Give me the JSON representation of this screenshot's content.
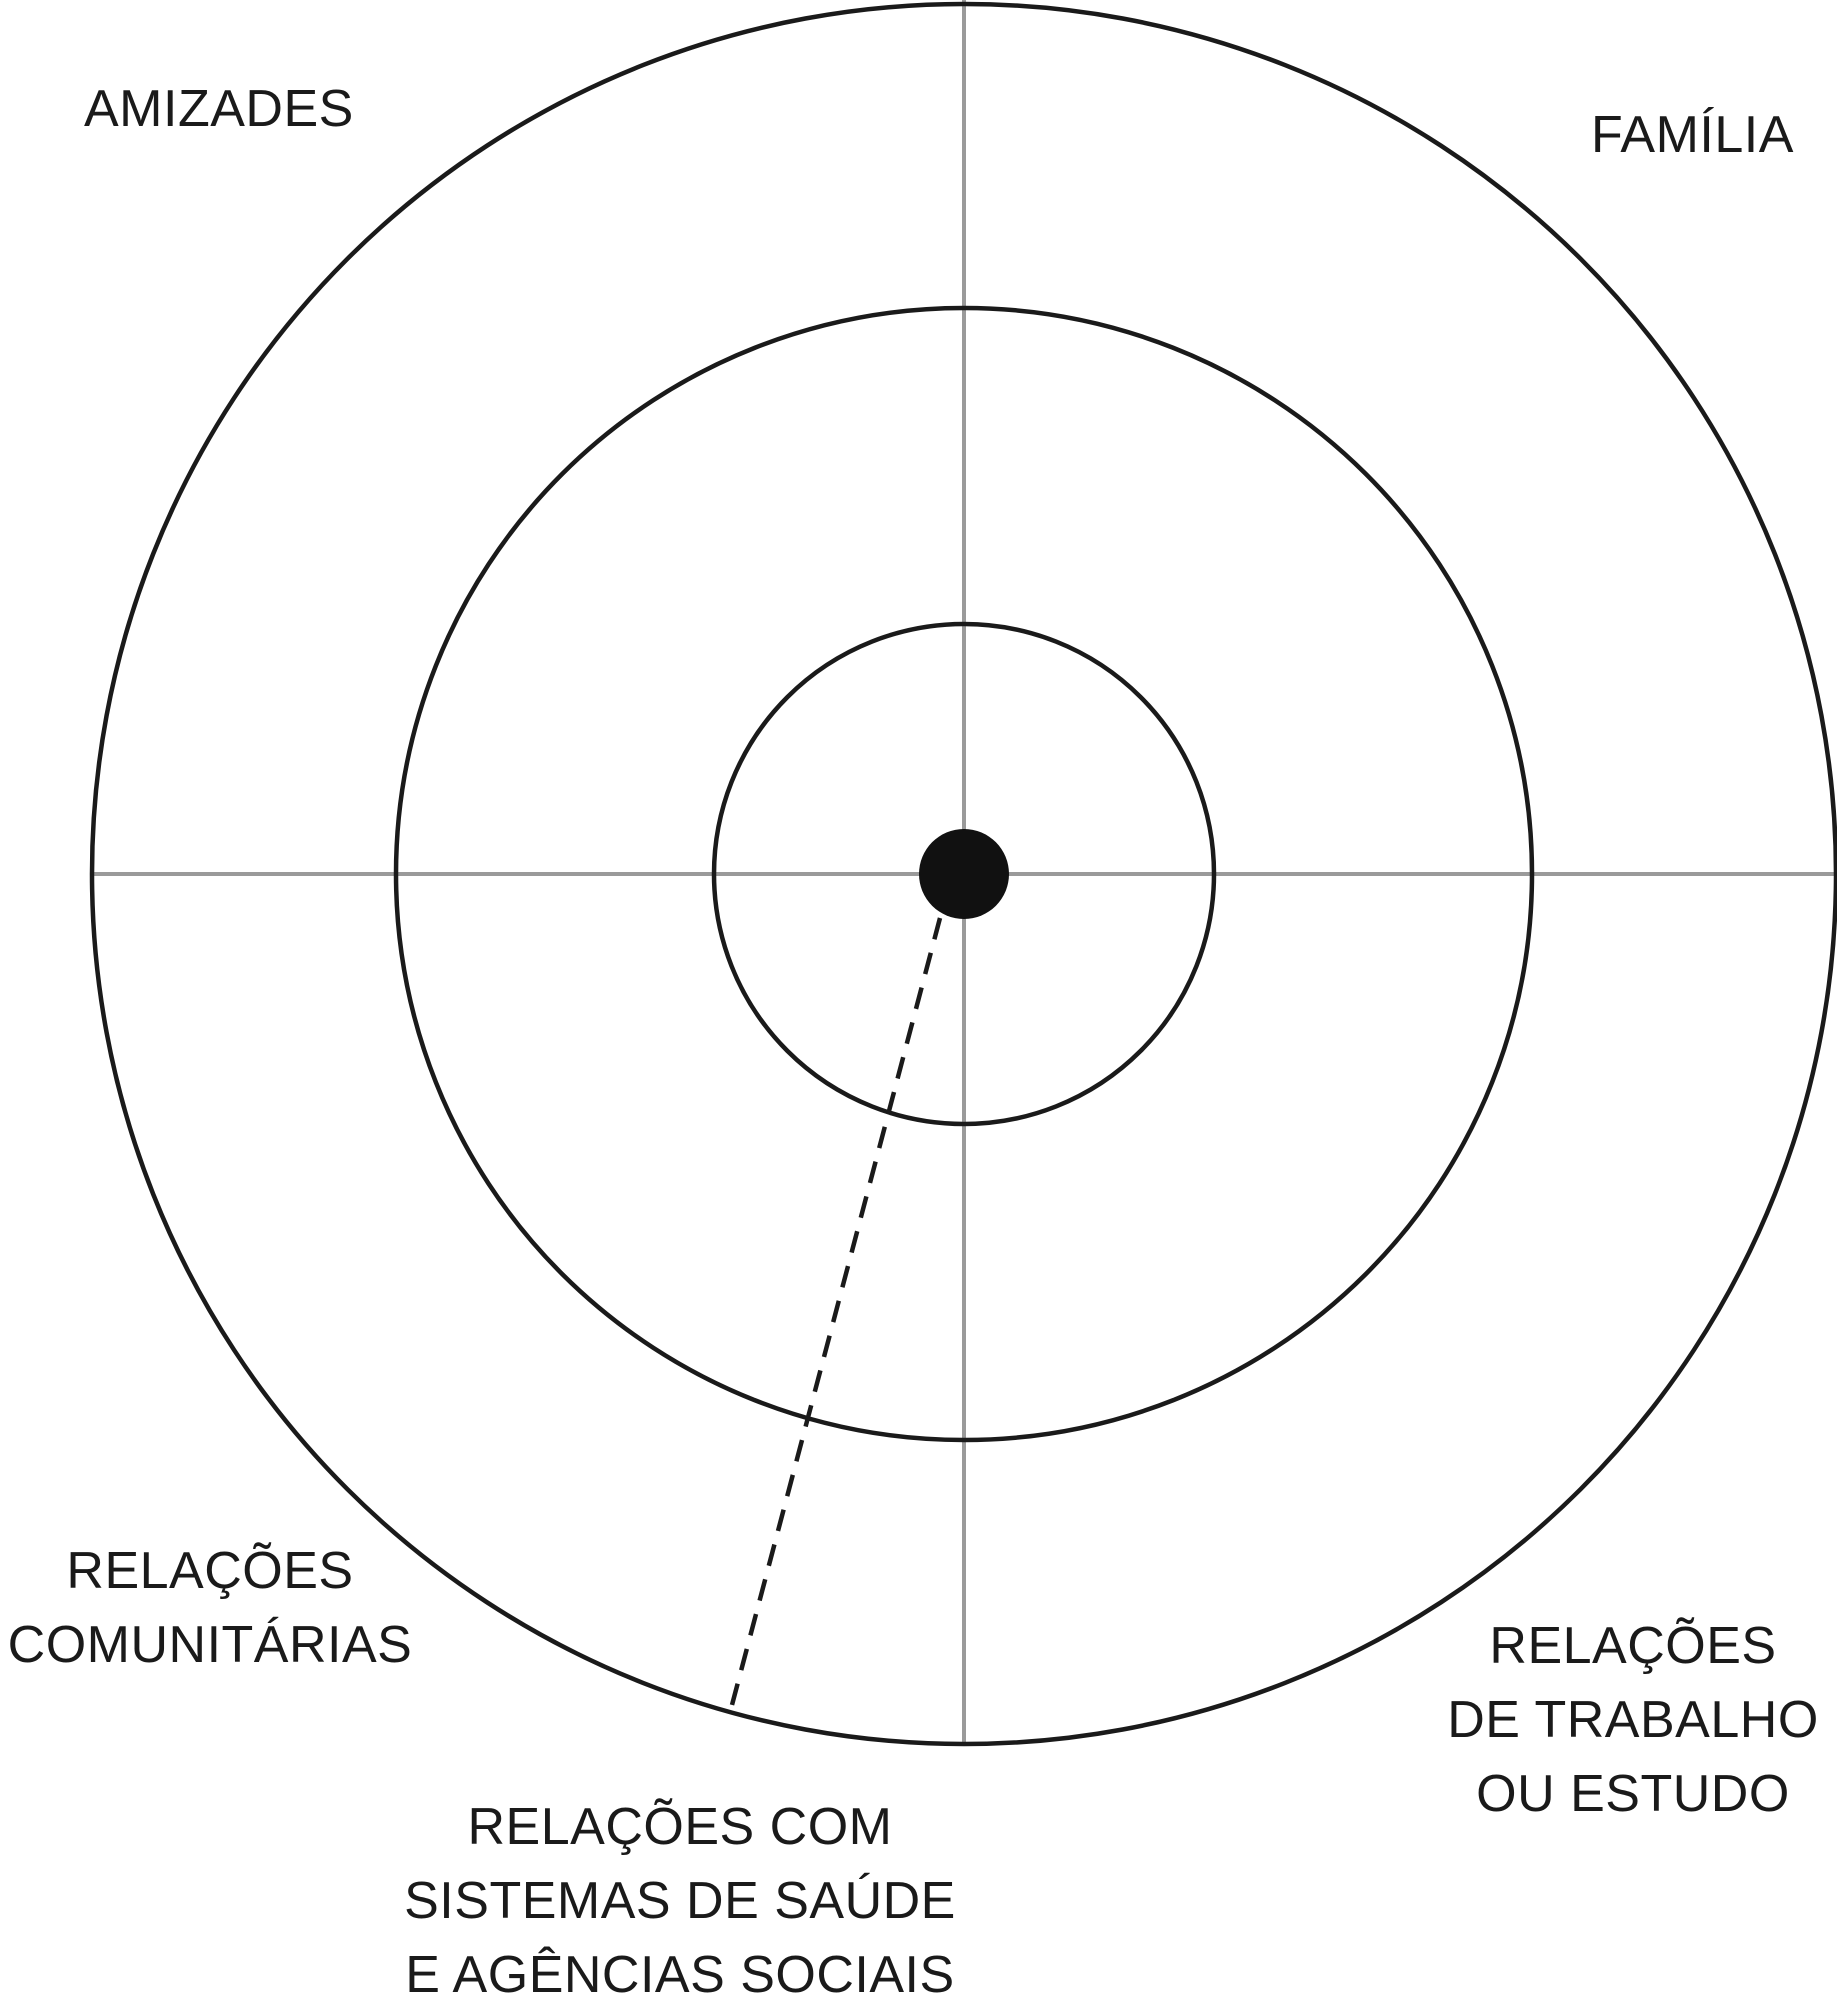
{
  "labels": {
    "amizades": [
      "AMIZADES"
    ],
    "familia": [
      "FAMÍLIA"
    ],
    "comunitarias": [
      "RELAÇÕES",
      "COMUNITÁRIAS"
    ],
    "trabalho": [
      "RELAÇÕES",
      "DE TRABALHO",
      "OU ESTUDO"
    ],
    "saude": [
      "RELAÇÕES COM",
      "SISTEMAS DE SAÚDE",
      "E AGÊNCIAS SOCIAIS"
    ]
  },
  "colors": {
    "circle_stroke": "#1a1a1a",
    "axis_stroke": "#9a9a9a",
    "center_dot": "#111111",
    "dashed_line": "#1a1a1a",
    "text": "#1a1a1a"
  }
}
